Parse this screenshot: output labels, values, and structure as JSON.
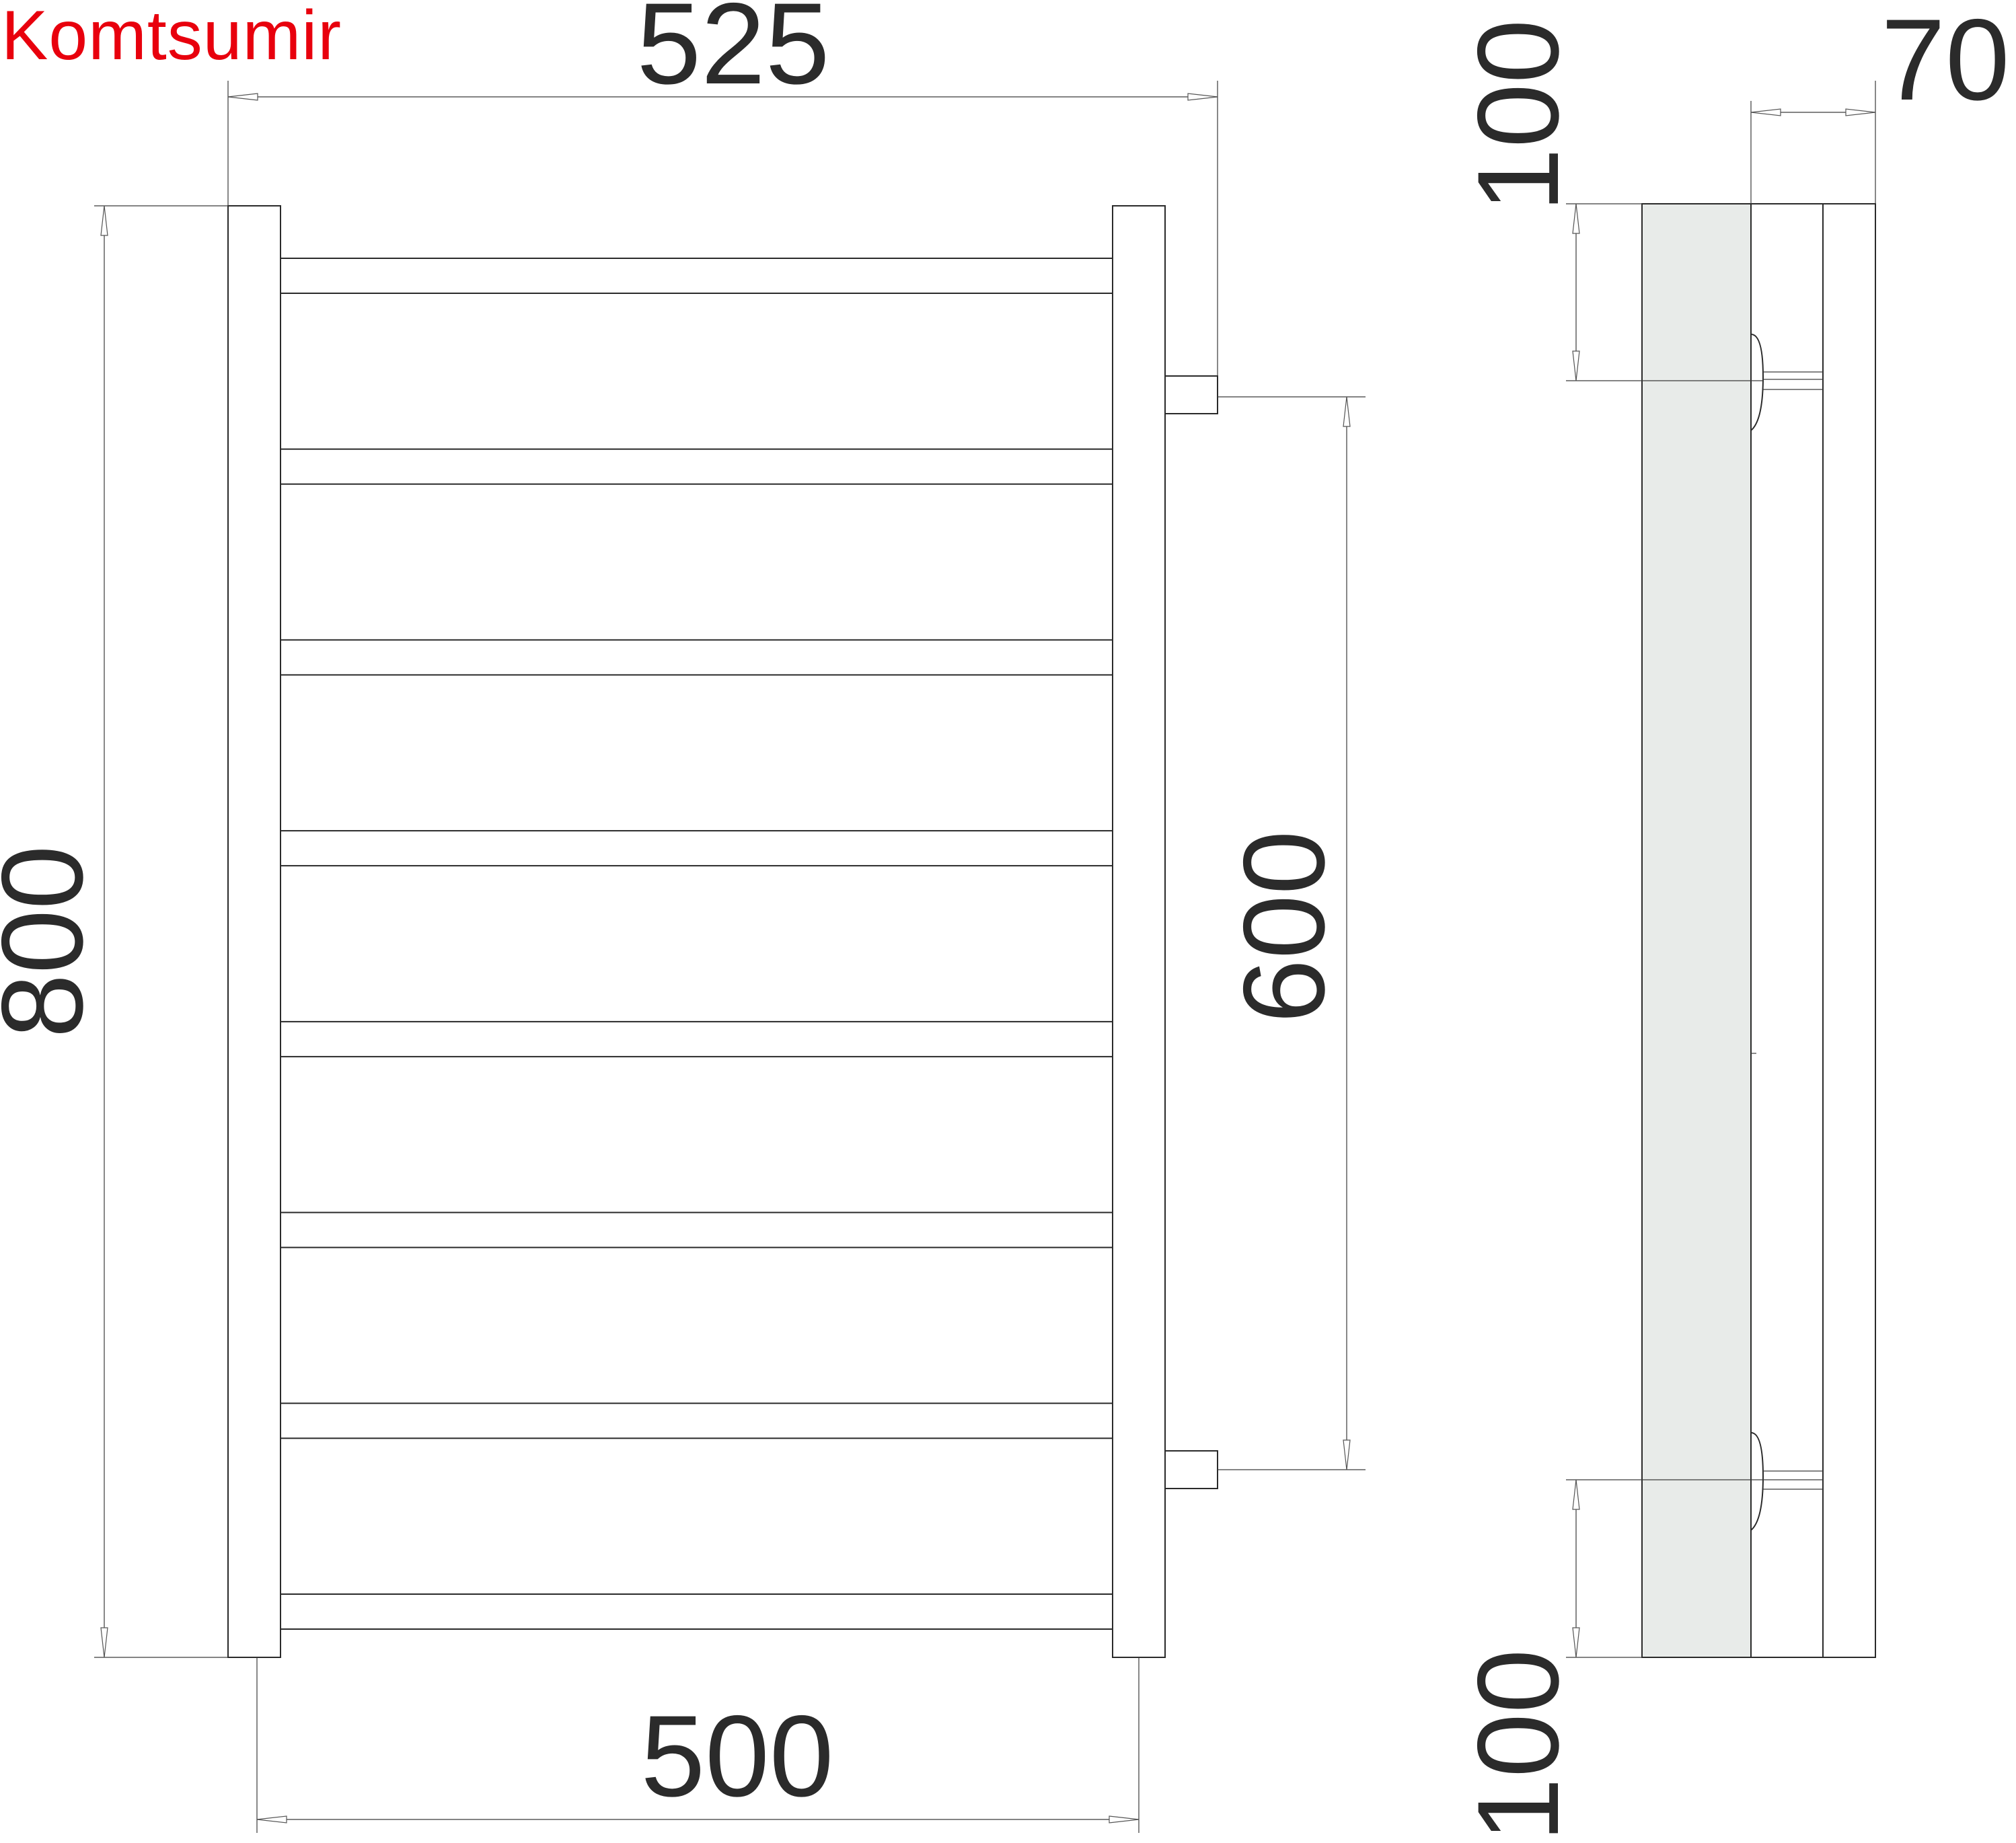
{
  "brand": {
    "label": "Komtsumir",
    "color": "#e8000d"
  },
  "colors": {
    "line": "#2a2a2a",
    "wall_fill": "#e8ebe9",
    "text": "#2b2b2b"
  },
  "dimensions": {
    "top_width": "525",
    "height": "800",
    "connection_spacing": "600",
    "bottom_width": "500",
    "depth": "70",
    "top_offset": "100",
    "bottom_offset": "100"
  },
  "rungs": {
    "count": 8
  }
}
